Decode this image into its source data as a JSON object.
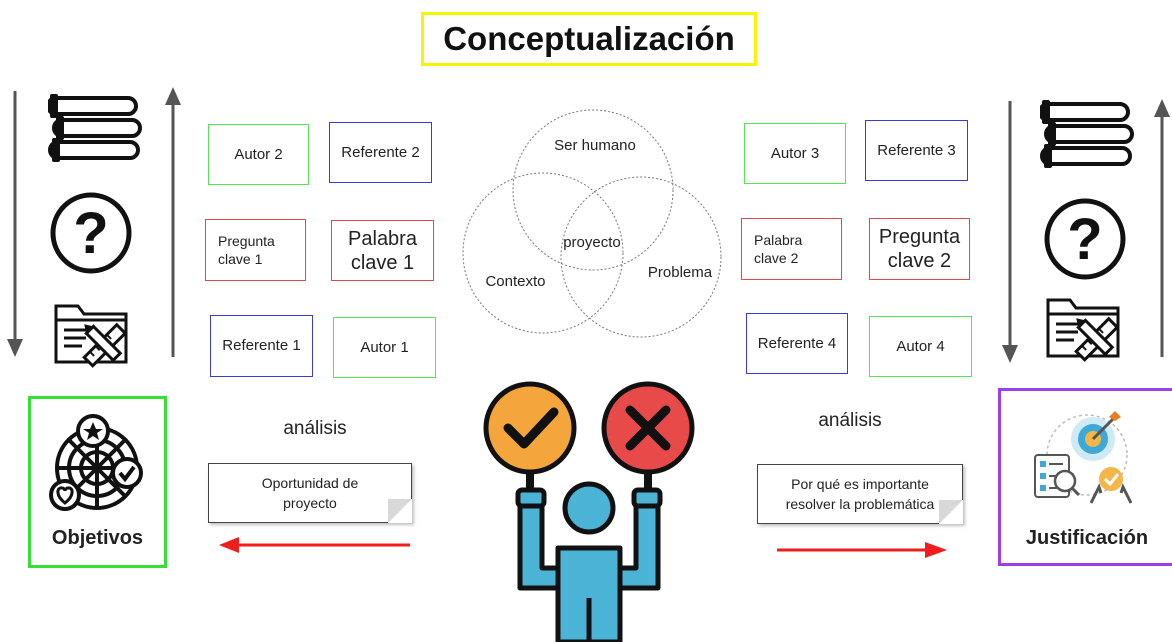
{
  "title": "Conceptualización",
  "venn": {
    "circle_top": "Ser humano",
    "circle_left": "Contexto",
    "circle_right": "Problema",
    "center": "proyecto"
  },
  "left": {
    "autor_2": "Autor 2",
    "referente_2": "Referente 2",
    "pregunta_clave_1": "Pregunta\nclave 1",
    "palabra_clave_1": "Palabra\nclave 1",
    "referente_1": "Referente 1",
    "autor_1": "Autor 1",
    "analysis_label": "análisis",
    "note": "Oportunidad de\nproyecto",
    "frame_label": "Objetivos"
  },
  "right": {
    "autor_3": "Autor 3",
    "referente_3": "Referente 3",
    "palabra_clave_2": "Palabra\nclave 2",
    "pregunta_clave_2": "Pregunta\nclave 2",
    "referente_4": "Referente 4",
    "autor_4": "Autor 4",
    "analysis_label": "análisis",
    "note": "Por qué es importante\nresolver la problemática",
    "frame_label": "Justificación"
  },
  "icons": {
    "books": "books-icon",
    "question": "question-mark-icon",
    "folder": "folder-ruler-pencil-icon",
    "target": "target-icon",
    "person": "person-holding-signs-icon",
    "check": "check-icon",
    "cross": "cross-icon"
  },
  "colors": {
    "title_border": "#f5f500",
    "autor_border": "#53e653",
    "referente_border": "#3a3ad6",
    "clave_border": "#e04848",
    "objetivos_frame": "#33e033",
    "justificacion_frame": "#9d3ee6",
    "arrow_red": "#f01d1d",
    "check_circle": "#f4a63c",
    "cross_circle": "#e84a4a",
    "person": "#4bb4d6"
  }
}
